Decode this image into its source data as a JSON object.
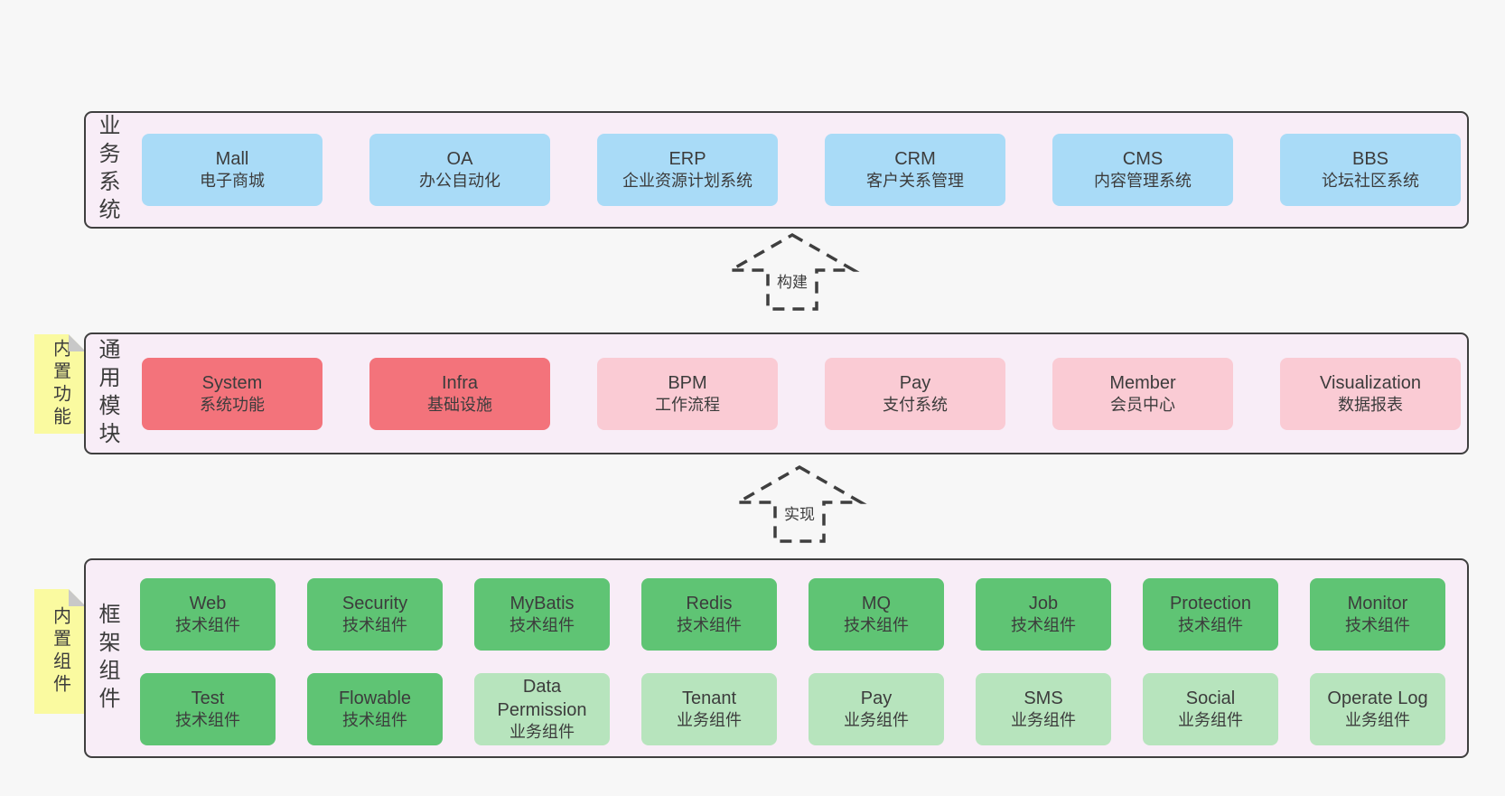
{
  "diagram": {
    "arrows": [
      {
        "label": "构建"
      },
      {
        "label": "实现"
      }
    ],
    "layers": [
      {
        "label": "业务系统",
        "boxes": [
          {
            "name": "Mall",
            "desc": "电子商城"
          },
          {
            "name": "OA",
            "desc": "办公自动化"
          },
          {
            "name": "ERP",
            "desc": "企业资源计划系统"
          },
          {
            "name": "CRM",
            "desc": "客户关系管理"
          },
          {
            "name": "CMS",
            "desc": "内容管理系统"
          },
          {
            "name": "BBS",
            "desc": "论坛社区系统"
          }
        ]
      },
      {
        "label": "通用模块",
        "note": "内置功能",
        "boxes": [
          {
            "name": "System",
            "desc": "系统功能"
          },
          {
            "name": "Infra",
            "desc": "基础设施"
          },
          {
            "name": "BPM",
            "desc": "工作流程"
          },
          {
            "name": "Pay",
            "desc": "支付系统"
          },
          {
            "name": "Member",
            "desc": "会员中心"
          },
          {
            "name": "Visualization",
            "desc": "数据报表"
          }
        ]
      },
      {
        "label": "框架组件",
        "note": "内置组件",
        "boxes": [
          {
            "name": "Web",
            "desc": "技术组件"
          },
          {
            "name": "Security",
            "desc": "技术组件"
          },
          {
            "name": "MyBatis",
            "desc": "技术组件"
          },
          {
            "name": "Redis",
            "desc": "技术组件"
          },
          {
            "name": "MQ",
            "desc": "技术组件"
          },
          {
            "name": "Job",
            "desc": "技术组件"
          },
          {
            "name": "Protection",
            "desc": "技术组件"
          },
          {
            "name": "Monitor",
            "desc": "技术组件"
          },
          {
            "name": "Test",
            "desc": "技术组件"
          },
          {
            "name": "Flowable",
            "desc": "技术组件"
          },
          {
            "name": "Data Permission",
            "desc": "业务组件"
          },
          {
            "name": "Tenant",
            "desc": "业务组件"
          },
          {
            "name": "Pay",
            "desc": "业务组件"
          },
          {
            "name": "SMS",
            "desc": "业务组件"
          },
          {
            "name": "Social",
            "desc": "业务组件"
          },
          {
            "name": "Operate Log",
            "desc": "业务组件"
          }
        ]
      }
    ]
  },
  "colors": {
    "page_bg": "#f7f7f7",
    "panel_bg": "#f8edf7",
    "panel_border": "#3f3f3f",
    "blue_box": "#a9dbf7",
    "red_box": "#f3737b",
    "pink_box": "#facbd4",
    "green_box": "#5fc474",
    "light_green_box": "#b7e4bd",
    "note_bg": "#fafaa0",
    "note_fold": "#c8c8c8",
    "text": "#3c3c3c"
  }
}
